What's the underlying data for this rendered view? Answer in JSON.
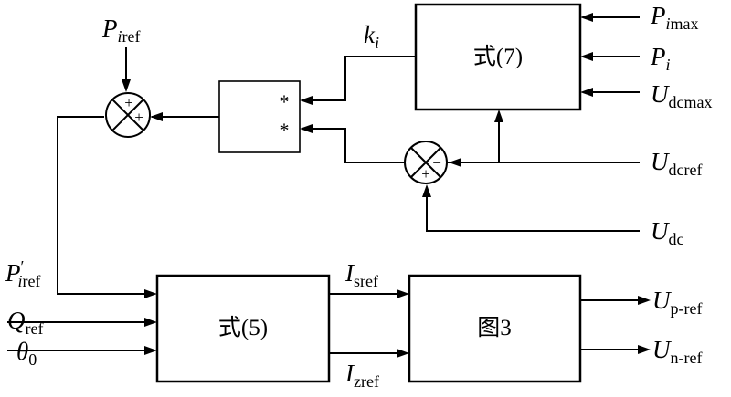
{
  "blocks": {
    "eq7": "式(7)",
    "eq5": "式(5)",
    "fig3": "图3",
    "mult_in1": "*",
    "mult_in2": "*"
  },
  "signals": {
    "p_iref": {
      "main": "P",
      "sub_italic": "i",
      "sub": "ref"
    },
    "k_i": {
      "main": "k",
      "sub_italic": "i"
    },
    "p_imax": {
      "main": "P",
      "sub_italic": "i",
      "sub": "max"
    },
    "p_i": {
      "main": "P",
      "sub_italic": "i"
    },
    "u_dcmax": {
      "main": "U",
      "sub": "dcmax"
    },
    "u_dcref": {
      "main": "U",
      "sub": "dcref"
    },
    "u_dc": {
      "main": "U",
      "sub": "dc"
    },
    "p_iref_prime": {
      "main": "P",
      "prime": "′",
      "sub_italic": "i",
      "sub": "ref"
    },
    "q_ref": {
      "main": "Q",
      "sub": "ref"
    },
    "theta_0": {
      "main": "θ",
      "sub": "0"
    },
    "i_sref": {
      "main": "I",
      "sub": "sref"
    },
    "i_zref": {
      "main": "I",
      "sub": "zref"
    },
    "u_pref": {
      "main": "U",
      "sub": "p-ref"
    },
    "u_nref": {
      "main": "U",
      "sub": "n-ref"
    }
  },
  "sum_signs": {
    "sum1_top": "+",
    "sum1_right": "+",
    "sum2_right": "−",
    "sum2_bottom": "+"
  }
}
